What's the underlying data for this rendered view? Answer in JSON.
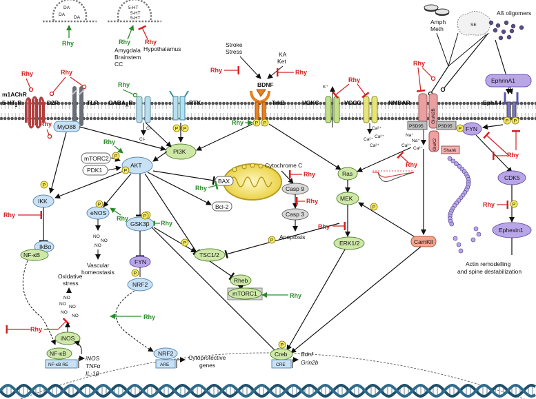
{
  "colors": {
    "green": "#2a8a2a",
    "red": "#d42020",
    "membrane": "#4a4a4a",
    "node_blue": "#c9e1f5",
    "node_green": "#cfe8a8",
    "node_purple": "#b9a6e8",
    "node_salmon": "#f3a58c",
    "phospho": "#f5ea60",
    "trkb_orange": "#e8801e",
    "mito_yellow": "#f3e268",
    "dna": "#1f4f6a"
  },
  "top": {
    "vesicle1": {
      "labels": [
        "DA",
        "DA",
        "DA"
      ]
    },
    "vesicle2": {
      "labels": [
        "5-HT",
        "5-HT",
        "5-HT"
      ]
    },
    "rhy_da": "Rhy",
    "rhy_5ht_green": "Rhy",
    "green_regions": [
      "Amygdala",
      "Brainstem",
      "CC"
    ],
    "rhy_hypo": "Rhy",
    "hypothalamus": "Hypothalamus",
    "amph": "Amph",
    "meth": "Meth",
    "se": "SE",
    "ab_oligomers": "Aß oligomers",
    "ephrina1": "EphrinA1"
  },
  "receptors": {
    "m1": "m1AChR",
    "ht": "5-HT",
    "ht_sub": "2",
    "ht_r": "R",
    "d2r": "D2R",
    "tlr": "TLR",
    "gaba": "GABA",
    "gaba_sub": "A",
    "gaba_r": "R",
    "rtk": "RTK",
    "trkb": "TrkB",
    "vgkc": "VGKC",
    "vgcc": "VGCC",
    "nmdar": "NMDAR",
    "grin": "GluN2B",
    "epha4": "EphA4"
  },
  "bdnf": {
    "stroke": "Stroke",
    "stress": "Stress",
    "ka": "KA",
    "ket": "Ket",
    "bdnf": "BDNF"
  },
  "ions": {
    "k": "K⁺",
    "ca": "Ca²⁺",
    "na": "Na⁺",
    "cl": "Cl-"
  },
  "nodes": {
    "myd88": "MyD88",
    "pi3k": "PI3K",
    "mtorc2_a": "mTOR",
    "mtorc2_b": "C2",
    "pdk1": "PDK1",
    "akt": "AKT",
    "bax": "BAX",
    "bcl2": "Bcl-2",
    "cytc": "Cytochrome C",
    "casp9": "Casp 9",
    "casp3": "Casp 3",
    "apoptosis": "Apoptosis",
    "ikk": "IKK",
    "ikba": "IkBα",
    "nfkb": "NF-κB",
    "enos": "eNOS",
    "no": "NO",
    "vascular1": "Vascular",
    "vascular2": "homeostasis",
    "gsk3b": "GSK3β",
    "tsc": "TSC1/2",
    "rheb": "Rheb",
    "mtorc1_a": "mTOR",
    "mtorc1_b": "C1",
    "fyn_left": "FYN",
    "nrf2": "NRF2",
    "ras": "Ras",
    "mek": "MEK",
    "erk": "ERK1/2",
    "camkii": "CamKII",
    "psd95a": "PSD95",
    "psd95b": "PSD95",
    "fyn_right": "FYN",
    "gluk2": "GluK2",
    "shank": "Shank",
    "cdk5": "CDK5",
    "ephexin": "Ephexin1",
    "actin1": "Actin remodelling",
    "actin2": "and spine destabilization",
    "ox1": "Oxidative",
    "ox2": "stress",
    "inos": "iNOS",
    "nfkb_nuc": "NF-κB",
    "nfkb_re": "NF-κB RE",
    "genes_l1": "iNOS",
    "genes_l2": "TNFα",
    "genes_l3": "IL-1β",
    "nrf2_nuc": "NRF2",
    "are": "ARE",
    "cyto1": "Cytoprotective",
    "cyto2": "genes",
    "creb": "Creb",
    "cre": "CRE",
    "bdnf_gene": "Bdnf",
    "grin_gene": "Grin2b",
    "p": "P"
  },
  "rhy": "Rhy"
}
